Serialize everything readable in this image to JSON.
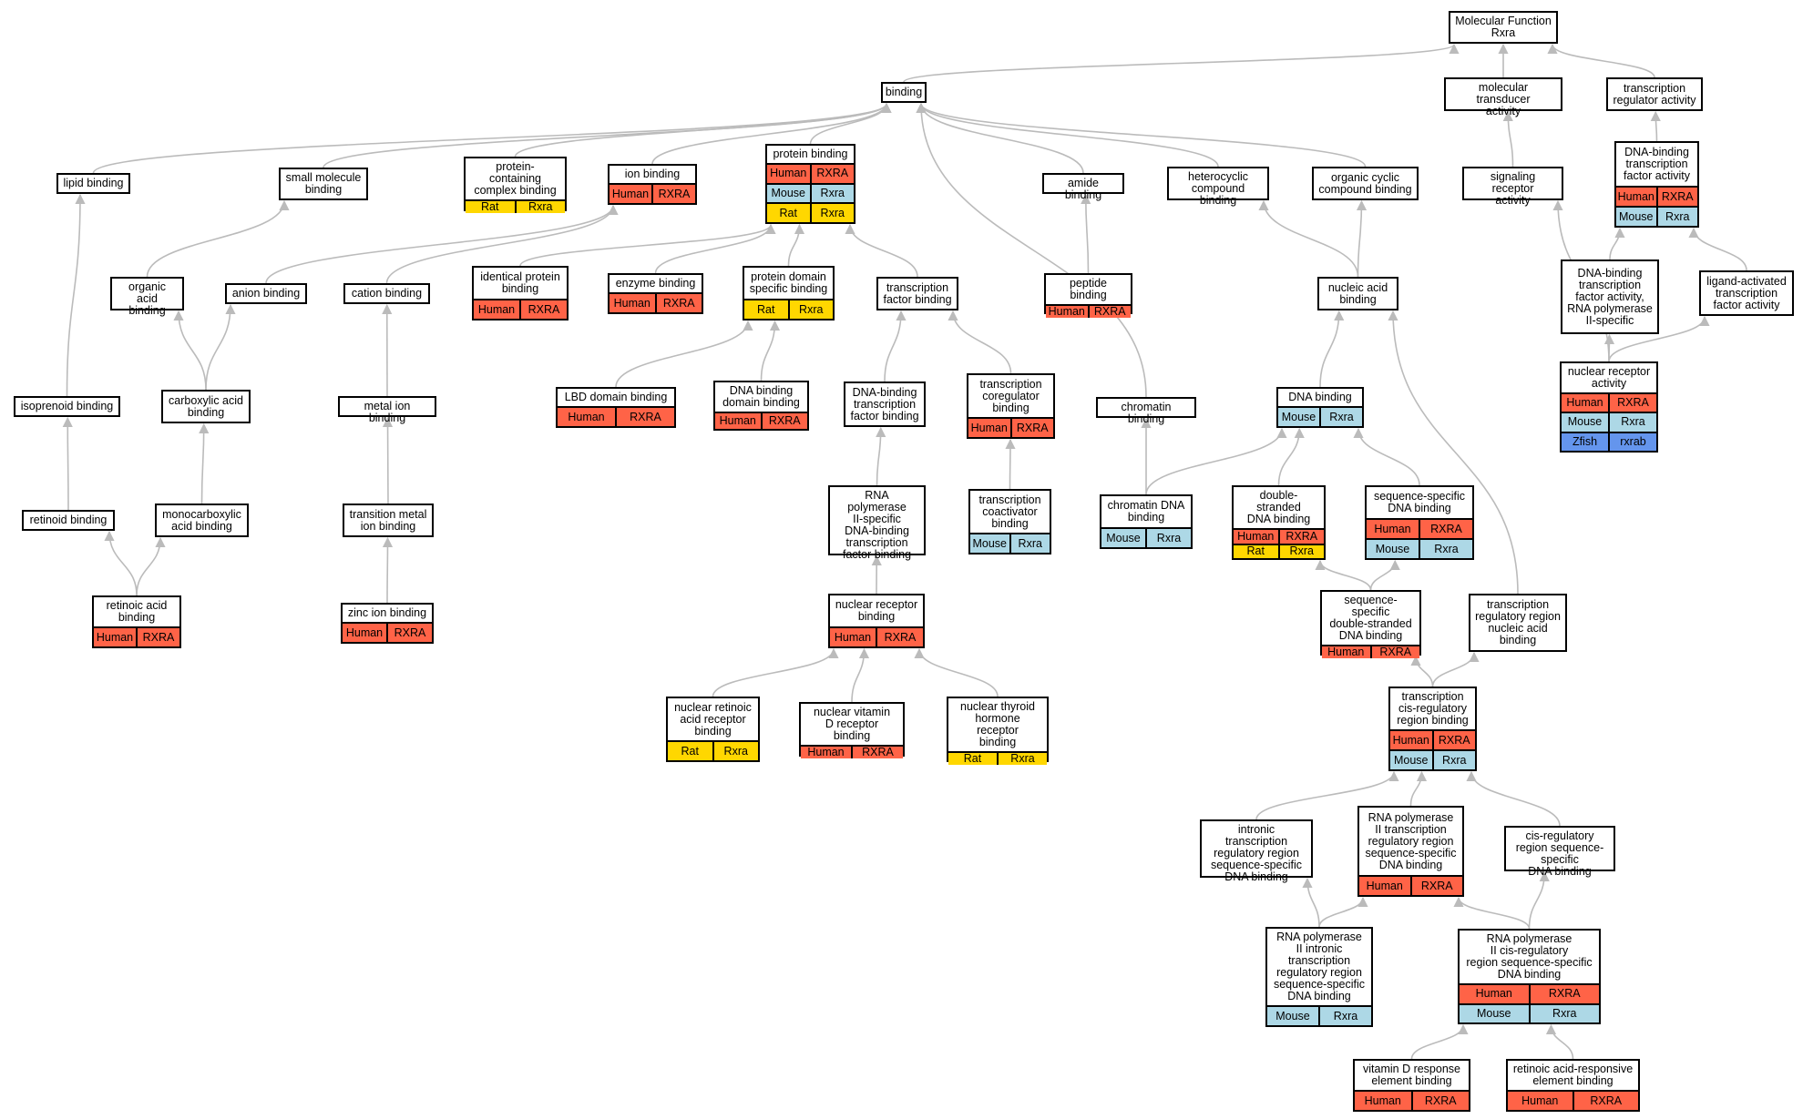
{
  "colors": {
    "edge": "#bbbbbb",
    "Human": "#ff6347",
    "Mouse": "#add8e6",
    "Rat": "#ffd700",
    "Zfish": "#6495ed"
  },
  "nodes": [
    {
      "id": "mf",
      "label": "Molecular Function\nRxra",
      "ann": []
    },
    {
      "id": "binding",
      "label": "binding",
      "ann": []
    },
    {
      "id": "mta",
      "label": "molecular transducer\nactivity",
      "ann": []
    },
    {
      "id": "tra",
      "label": "transcription\nregulator activity",
      "ann": []
    },
    {
      "id": "lipid",
      "label": "lipid binding",
      "ann": []
    },
    {
      "id": "smb",
      "label": "small molecule\nbinding",
      "ann": []
    },
    {
      "id": "pccb",
      "label": "protein-containing\ncomplex binding",
      "ann": [
        {
          "species": "Rat",
          "gene": "Rxra"
        }
      ]
    },
    {
      "id": "ion",
      "label": "ion binding",
      "ann": [
        {
          "species": "Human",
          "gene": "RXRA"
        }
      ]
    },
    {
      "id": "prot",
      "label": "protein binding",
      "ann": [
        {
          "species": "Human",
          "gene": "RXRA"
        },
        {
          "species": "Mouse",
          "gene": "Rxra"
        },
        {
          "species": "Rat",
          "gene": "Rxra"
        }
      ]
    },
    {
      "id": "amide",
      "label": "amide binding",
      "ann": []
    },
    {
      "id": "hetero",
      "label": "heterocyclic\ncompound binding",
      "ann": []
    },
    {
      "id": "ocyclic",
      "label": "organic cyclic\ncompound binding",
      "ann": []
    },
    {
      "id": "srec",
      "label": "signaling receptor\nactivity",
      "ann": []
    },
    {
      "id": "dbtf",
      "label": "DNA-binding\ntranscription\nfactor activity",
      "ann": [
        {
          "species": "Human",
          "gene": "RXRA"
        },
        {
          "species": "Mouse",
          "gene": "Rxra"
        }
      ]
    },
    {
      "id": "oab",
      "label": "organic acid\nbinding",
      "ann": []
    },
    {
      "id": "anion",
      "label": "anion binding",
      "ann": []
    },
    {
      "id": "cation",
      "label": "cation binding",
      "ann": []
    },
    {
      "id": "ident",
      "label": "identical protein\nbinding",
      "ann": [
        {
          "species": "Human",
          "gene": "RXRA"
        }
      ]
    },
    {
      "id": "enz",
      "label": "enzyme binding",
      "ann": [
        {
          "species": "Human",
          "gene": "RXRA"
        }
      ]
    },
    {
      "id": "pdsb",
      "label": "protein domain\nspecific binding",
      "ann": [
        {
          "species": "Rat",
          "gene": "Rxra"
        }
      ]
    },
    {
      "id": "tfb",
      "label": "transcription\nfactor binding",
      "ann": []
    },
    {
      "id": "pep",
      "label": "peptide binding",
      "ann": [
        {
          "species": "Human",
          "gene": "RXRA"
        }
      ]
    },
    {
      "id": "nab",
      "label": "nucleic acid\nbinding",
      "ann": []
    },
    {
      "id": "dbtf2",
      "label": "DNA-binding\ntranscription\nfactor activity,\nRNA polymerase\nII-specific",
      "ann": []
    },
    {
      "id": "latf",
      "label": "ligand-activated\ntranscription\nfactor activity",
      "ann": []
    },
    {
      "id": "iso",
      "label": "isoprenoid binding",
      "ann": []
    },
    {
      "id": "carb",
      "label": "carboxylic acid\nbinding",
      "ann": []
    },
    {
      "id": "metal",
      "label": "metal ion binding",
      "ann": []
    },
    {
      "id": "lbd",
      "label": "LBD domain binding",
      "ann": [
        {
          "species": "Human",
          "gene": "RXRA"
        }
      ]
    },
    {
      "id": "dbdb",
      "label": "DNA binding\ndomain binding",
      "ann": [
        {
          "species": "Human",
          "gene": "RXRA"
        }
      ]
    },
    {
      "id": "dbtfb",
      "label": "DNA-binding\ntranscription\nfactor binding",
      "ann": []
    },
    {
      "id": "tcob",
      "label": "transcription\ncoregulator\nbinding",
      "ann": [
        {
          "species": "Human",
          "gene": "RXRA"
        }
      ]
    },
    {
      "id": "chrom",
      "label": "chromatin binding",
      "ann": []
    },
    {
      "id": "dnab",
      "label": "DNA binding",
      "ann": [
        {
          "species": "Mouse",
          "gene": "Rxra"
        }
      ]
    },
    {
      "id": "nra",
      "label": "nuclear receptor\nactivity",
      "ann": [
        {
          "species": "Human",
          "gene": "RXRA"
        },
        {
          "species": "Mouse",
          "gene": "Rxra"
        },
        {
          "species": "Zfish",
          "gene": "rxrab"
        }
      ]
    },
    {
      "id": "retb",
      "label": "retinoid binding",
      "ann": []
    },
    {
      "id": "monoc",
      "label": "monocarboxylic\nacid binding",
      "ann": []
    },
    {
      "id": "tmib",
      "label": "transition metal\nion binding",
      "ann": []
    },
    {
      "id": "rnapb",
      "label": "RNA polymerase\nII-specific\nDNA-binding\ntranscription\nfactor binding",
      "ann": []
    },
    {
      "id": "tcoa",
      "label": "transcription\ncoactivator\nbinding",
      "ann": [
        {
          "species": "Mouse",
          "gene": "Rxra"
        }
      ]
    },
    {
      "id": "cdna",
      "label": "chromatin DNA\nbinding",
      "ann": [
        {
          "species": "Mouse",
          "gene": "Rxra"
        }
      ]
    },
    {
      "id": "dsdna",
      "label": "double-stranded\nDNA binding",
      "ann": [
        {
          "species": "Human",
          "gene": "RXRA"
        },
        {
          "species": "Rat",
          "gene": "Rxra"
        }
      ]
    },
    {
      "id": "ssdna",
      "label": "sequence-specific\nDNA binding",
      "ann": [
        {
          "species": "Human",
          "gene": "RXRA"
        },
        {
          "species": "Mouse",
          "gene": "Rxra"
        }
      ]
    },
    {
      "id": "rab",
      "label": "retinoic acid\nbinding",
      "ann": [
        {
          "species": "Human",
          "gene": "RXRA"
        }
      ]
    },
    {
      "id": "zinc",
      "label": "zinc ion binding",
      "ann": [
        {
          "species": "Human",
          "gene": "RXRA"
        }
      ]
    },
    {
      "id": "nrb",
      "label": "nuclear receptor\nbinding",
      "ann": [
        {
          "species": "Human",
          "gene": "RXRA"
        }
      ]
    },
    {
      "id": "ssds",
      "label": "sequence-specific\ndouble-stranded\nDNA binding",
      "ann": [
        {
          "species": "Human",
          "gene": "RXRA"
        }
      ]
    },
    {
      "id": "trrna",
      "label": "transcription\nregulatory region\nnucleic acid\nbinding",
      "ann": []
    },
    {
      "id": "nrar",
      "label": "nuclear retinoic\nacid receptor\nbinding",
      "ann": [
        {
          "species": "Rat",
          "gene": "Rxra"
        }
      ]
    },
    {
      "id": "nvdr",
      "label": "nuclear vitamin\nD receptor binding",
      "ann": [
        {
          "species": "Human",
          "gene": "RXRA"
        }
      ]
    },
    {
      "id": "nthr",
      "label": "nuclear thyroid\nhormone receptor\nbinding",
      "ann": [
        {
          "species": "Rat",
          "gene": "Rxra"
        }
      ]
    },
    {
      "id": "tcis",
      "label": "transcription\ncis-regulatory\nregion binding",
      "ann": [
        {
          "species": "Human",
          "gene": "RXRA"
        },
        {
          "species": "Mouse",
          "gene": "Rxra"
        }
      ]
    },
    {
      "id": "intr",
      "label": "intronic transcription\nregulatory region\nsequence-specific\nDNA binding",
      "ann": []
    },
    {
      "id": "rnaptr",
      "label": "RNA polymerase\nII transcription\nregulatory region\nsequence-specific\nDNA binding",
      "ann": [
        {
          "species": "Human",
          "gene": "RXRA"
        }
      ]
    },
    {
      "id": "cisreg",
      "label": "cis-regulatory\nregion sequence-specific\nDNA binding",
      "ann": []
    },
    {
      "id": "rnapintr",
      "label": "RNA polymerase\nII intronic\ntranscription\nregulatory region\nsequence-specific\nDNA binding",
      "ann": [
        {
          "species": "Mouse",
          "gene": "Rxra"
        }
      ]
    },
    {
      "id": "rnapcis",
      "label": "RNA polymerase\nII cis-regulatory\nregion sequence-specific\nDNA binding",
      "ann": [
        {
          "species": "Human",
          "gene": "RXRA"
        },
        {
          "species": "Mouse",
          "gene": "Rxra"
        }
      ]
    },
    {
      "id": "vdre",
      "label": "vitamin D response\nelement binding",
      "ann": [
        {
          "species": "Human",
          "gene": "RXRA"
        }
      ]
    },
    {
      "id": "rare",
      "label": "retinoic acid-responsive\nelement binding",
      "ann": [
        {
          "species": "Human",
          "gene": "RXRA"
        }
      ]
    }
  ],
  "edges": [
    [
      "binding",
      "mf"
    ],
    [
      "mta",
      "mf"
    ],
    [
      "tra",
      "mf"
    ],
    [
      "lipid",
      "binding"
    ],
    [
      "smb",
      "binding"
    ],
    [
      "pccb",
      "binding"
    ],
    [
      "ion",
      "binding"
    ],
    [
      "prot",
      "binding"
    ],
    [
      "amide",
      "binding"
    ],
    [
      "hetero",
      "binding"
    ],
    [
      "ocyclic",
      "binding"
    ],
    [
      "chrom",
      "binding"
    ],
    [
      "srec",
      "mta"
    ],
    [
      "dbtf",
      "tra"
    ],
    [
      "oab",
      "smb"
    ],
    [
      "anion",
      "ion"
    ],
    [
      "cation",
      "ion"
    ],
    [
      "ident",
      "prot"
    ],
    [
      "enz",
      "prot"
    ],
    [
      "pdsb",
      "prot"
    ],
    [
      "tfb",
      "prot"
    ],
    [
      "pep",
      "amide"
    ],
    [
      "nab",
      "hetero"
    ],
    [
      "nab",
      "ocyclic"
    ],
    [
      "dbtf2",
      "dbtf"
    ],
    [
      "latf",
      "dbtf"
    ],
    [
      "nra",
      "dbtf2"
    ],
    [
      "nra",
      "latf"
    ],
    [
      "nra",
      "srec"
    ],
    [
      "iso",
      "lipid"
    ],
    [
      "carb",
      "oab"
    ],
    [
      "carb",
      "anion"
    ],
    [
      "metal",
      "cation"
    ],
    [
      "lbd",
      "pdsb"
    ],
    [
      "dbdb",
      "pdsb"
    ],
    [
      "dbtfb",
      "tfb"
    ],
    [
      "tcob",
      "tfb"
    ],
    [
      "dnab",
      "nab"
    ],
    [
      "retb",
      "iso"
    ],
    [
      "monoc",
      "carb"
    ],
    [
      "tmib",
      "metal"
    ],
    [
      "rnapb",
      "dbtfb"
    ],
    [
      "tcoa",
      "tcob"
    ],
    [
      "cdna",
      "chrom"
    ],
    [
      "cdna",
      "dnab"
    ],
    [
      "dsdna",
      "dnab"
    ],
    [
      "ssdna",
      "dnab"
    ],
    [
      "rab",
      "retb"
    ],
    [
      "rab",
      "monoc"
    ],
    [
      "zinc",
      "tmib"
    ],
    [
      "nrb",
      "rnapb"
    ],
    [
      "ssds",
      "dsdna"
    ],
    [
      "ssds",
      "ssdna"
    ],
    [
      "trrna",
      "nab"
    ],
    [
      "nrar",
      "nrb"
    ],
    [
      "nvdr",
      "nrb"
    ],
    [
      "nthr",
      "nrb"
    ],
    [
      "tcis",
      "ssds"
    ],
    [
      "tcis",
      "trrna"
    ],
    [
      "intr",
      "tcis"
    ],
    [
      "rnaptr",
      "tcis"
    ],
    [
      "cisreg",
      "tcis"
    ],
    [
      "rnapintr",
      "intr"
    ],
    [
      "rnapintr",
      "rnaptr"
    ],
    [
      "rnapcis",
      "rnaptr"
    ],
    [
      "rnapcis",
      "cisreg"
    ],
    [
      "vdre",
      "rnapcis"
    ],
    [
      "rare",
      "rnapcis"
    ]
  ]
}
